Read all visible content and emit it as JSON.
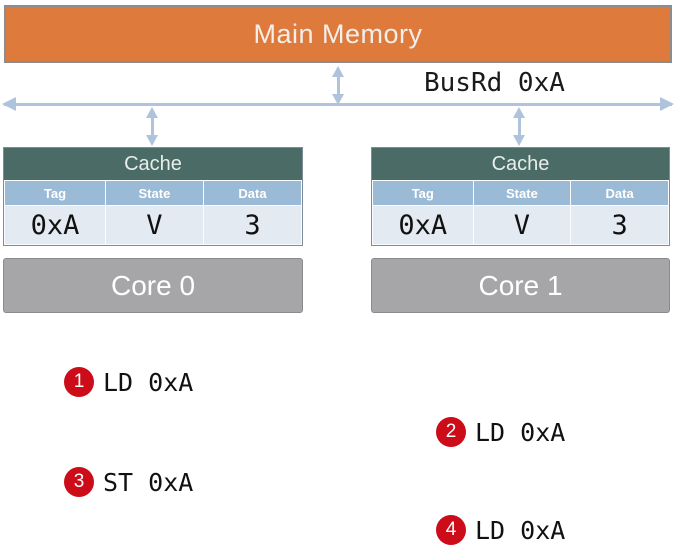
{
  "diagram": {
    "main_memory": {
      "label": "Main Memory",
      "color": "#DD7A3C"
    },
    "bus": {
      "label": "BusRd 0xA",
      "color": "#AFC3DC"
    },
    "nodes": [
      {
        "cache_title": "Cache",
        "columns": [
          "Tag",
          "State",
          "Data"
        ],
        "row": {
          "tag": "0xA",
          "state": "V",
          "data": "3"
        },
        "state_color": "#111111",
        "data_color": "#E8131A",
        "core_label": "Core 0"
      },
      {
        "cache_title": "Cache",
        "columns": [
          "Tag",
          "State",
          "Data"
        ],
        "row": {
          "tag": "0xA",
          "state": "V",
          "data": "3"
        },
        "state_color": "#E8131A",
        "data_color": "#E8131A",
        "core_label": "Core 1"
      }
    ],
    "steps": [
      {
        "number": "1",
        "text": "LD 0xA"
      },
      {
        "number": "2",
        "text": "LD 0xA"
      },
      {
        "number": "3",
        "text": "ST 0xA"
      },
      {
        "number": "4",
        "text": "LD 0xA"
      }
    ],
    "badge_color": "#CC0C18"
  }
}
